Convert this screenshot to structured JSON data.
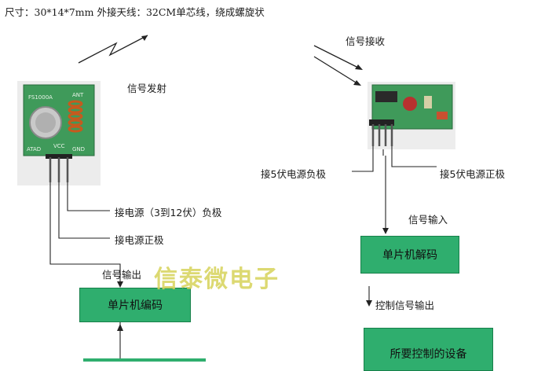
{
  "title": "尺寸：30*14*7mm  外接天线：32CM单芯线，绕成螺旋状",
  "transmitter": {
    "label_transmit": "信号发射",
    "chip_label": "FS1000A",
    "pin_label_ant": "ANT",
    "pin_label_atad": "ATAD",
    "pin_label_vcc": "VCC",
    "pin_label_gnd": "GND",
    "label_negative": "接电源（3到12伏）负极",
    "label_positive": "接电源正极",
    "label_output": "信号输出",
    "box_label": "单片机编码"
  },
  "receiver": {
    "label_receive": "信号接收",
    "label_negative": "接5伏电源负极",
    "label_positive": "接5伏电源正极",
    "label_input": "信号输入",
    "decoder_box_label": "单片机解码",
    "label_control_output": "控制信号输出",
    "device_box_label": "所要控制的设备"
  },
  "watermark": "信泰微电子",
  "colors": {
    "box_fill": "#2fae6e",
    "pcb_green": "#3f9a5a",
    "line": "#222222",
    "watermark": "#d7d35a"
  }
}
